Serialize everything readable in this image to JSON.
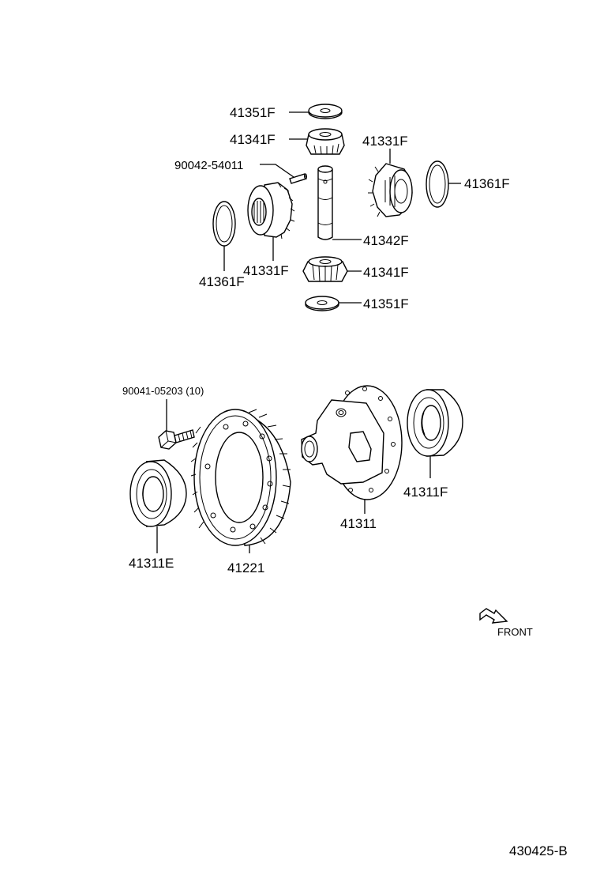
{
  "labels": {
    "w_top": "41351F",
    "g_top": "41341F",
    "pin": "90042-54011",
    "sg_right": "41331F",
    "ring_right": "41361F",
    "ring_left": "41361F",
    "sg_left": "41331F",
    "shaft": "41342F",
    "g_bot": "41341F",
    "w_bot": "41351F",
    "bolt": "90041-05203 (10)",
    "case": "41311",
    "bearing_right": "41311F",
    "bearing_left": "41311E",
    "ring_gear": "41221",
    "front": "FRONT",
    "fig_no": "430425-B"
  }
}
